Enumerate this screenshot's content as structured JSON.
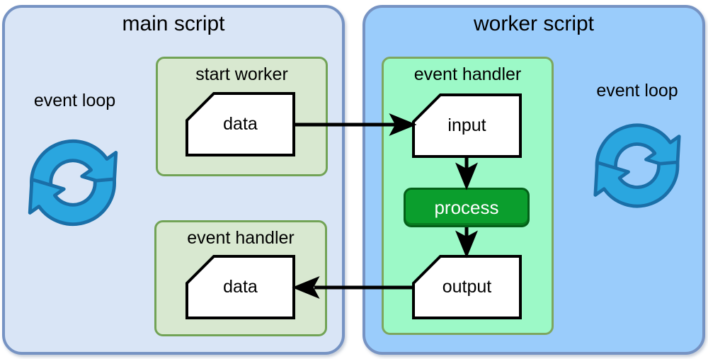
{
  "main": {
    "title": "main script",
    "event_loop_label": "event loop",
    "start_worker": {
      "title": "start worker",
      "data_label": "data"
    },
    "event_handler": {
      "title": "event handler",
      "data_label": "data"
    }
  },
  "worker": {
    "title": "worker script",
    "event_loop_label": "event loop",
    "event_handler": {
      "title": "event handler",
      "input_label": "input",
      "process_label": "process",
      "output_label": "output"
    }
  },
  "colors": {
    "main_fill": "#d9e5f6",
    "worker_fill": "#9accfb",
    "panel_border": "#7693c3",
    "green_fill": "#d8e8d0",
    "green_border": "#72a356",
    "mint_fill": "#9cf9c7",
    "mint_border": "#7da75f",
    "process_fill": "#0b9e2d",
    "process_border": "#046019",
    "loop_fill": "#2aa6df",
    "loop_stroke": "#1a6fa8",
    "arrow": "#000000"
  }
}
